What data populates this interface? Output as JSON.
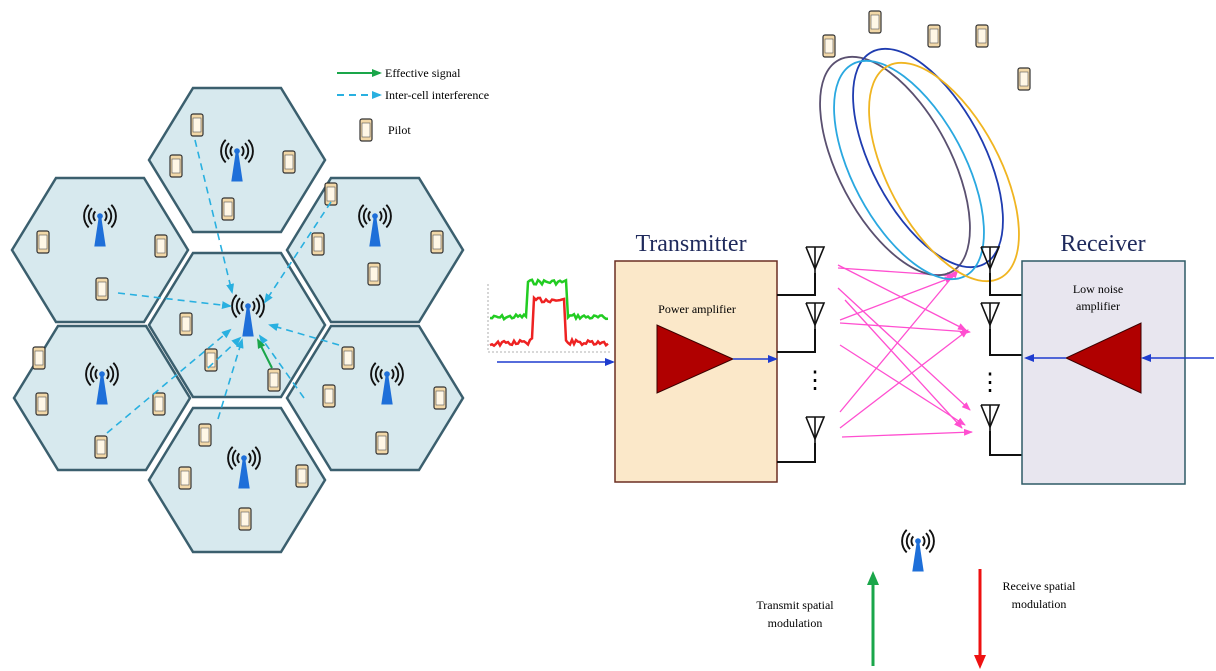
{
  "legend": {
    "effective_signal": "Effective signal",
    "inter_cell_interference": "Inter-cell interference",
    "pilot": "Pilot"
  },
  "transmitter": {
    "title": "Transmitter",
    "amplifier_label": "Power amplifier"
  },
  "receiver": {
    "title": "Receiver",
    "amplifier_label_line1": "Low noise",
    "amplifier_label_line2": "amplifier"
  },
  "modulation": {
    "transmit_line1": "Transmit spatial",
    "transmit_line2": "modulation",
    "receive_line1": "Receive spatial",
    "receive_line2": "modulation"
  },
  "antenna_ellipsis": "⋮",
  "colors": {
    "cell_fill": "#d7e9ee",
    "cell_stroke": "#3b5f6e",
    "effective_signal": "#1aa64a",
    "interference": "#29b0e0",
    "tower": "#1e6fd9",
    "crossing_beams": "#ff4fd0",
    "tx_box": "#fbe8c9",
    "rx_box": "#e8e6ef",
    "amplifier": "#b00000",
    "transmit_arrow": "#1aa64a",
    "receive_arrow": "#ee1111",
    "input_signal": "#1e3ccf"
  }
}
